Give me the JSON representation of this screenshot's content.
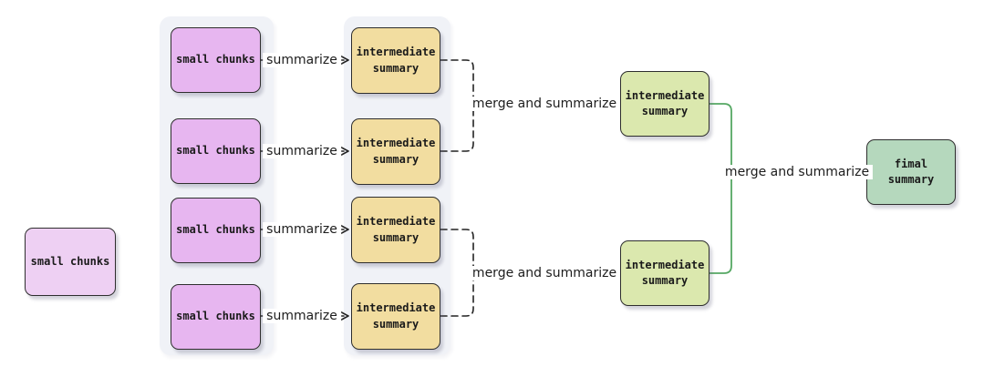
{
  "diagram": {
    "type": "flowchart",
    "direction": "left-to-right",
    "background": "#ffffff"
  },
  "colors": {
    "source_fill": "#eed0f3",
    "chunk_fill": "#e7b6f0",
    "intermediate_fill": "#f2dda0",
    "merged_fill": "#dbe8ae",
    "final_fill": "#b5d8bd",
    "node_border": "#2e2e2e",
    "edge_stroke": "#222222",
    "merge_edge_stroke": "#55a863",
    "group_panel_fill": "#f0f2f7",
    "label_text": "#1c1c1c"
  },
  "nodes": {
    "source": {
      "label": "small chunks"
    },
    "chunk1": {
      "label": "small chunks"
    },
    "chunk2": {
      "label": "small chunks"
    },
    "chunk3": {
      "label": "small chunks"
    },
    "chunk4": {
      "label": "small chunks"
    },
    "inter1": {
      "label": "intermediate\nsummary"
    },
    "inter2": {
      "label": "intermediate\nsummary"
    },
    "inter3": {
      "label": "intermediate\nsummary"
    },
    "inter4": {
      "label": "intermediate\nsummary"
    },
    "merged1": {
      "label": "intermediate\nsummary"
    },
    "merged2": {
      "label": "intermediate\nsummary"
    },
    "final": {
      "label": "fimal\nsummary"
    }
  },
  "edges": {
    "summarize1": {
      "label": "summarize",
      "style": "solid"
    },
    "summarize2": {
      "label": "summarize",
      "style": "solid"
    },
    "summarize3": {
      "label": "summarize",
      "style": "solid"
    },
    "summarize4": {
      "label": "summarize",
      "style": "solid"
    },
    "merge_top": {
      "label": "merge and summarize",
      "style": "dashed"
    },
    "merge_bottom": {
      "label": "merge and summarize",
      "style": "dashed"
    },
    "merge_final": {
      "label": "merge and summarize",
      "style": "solid-green"
    }
  }
}
